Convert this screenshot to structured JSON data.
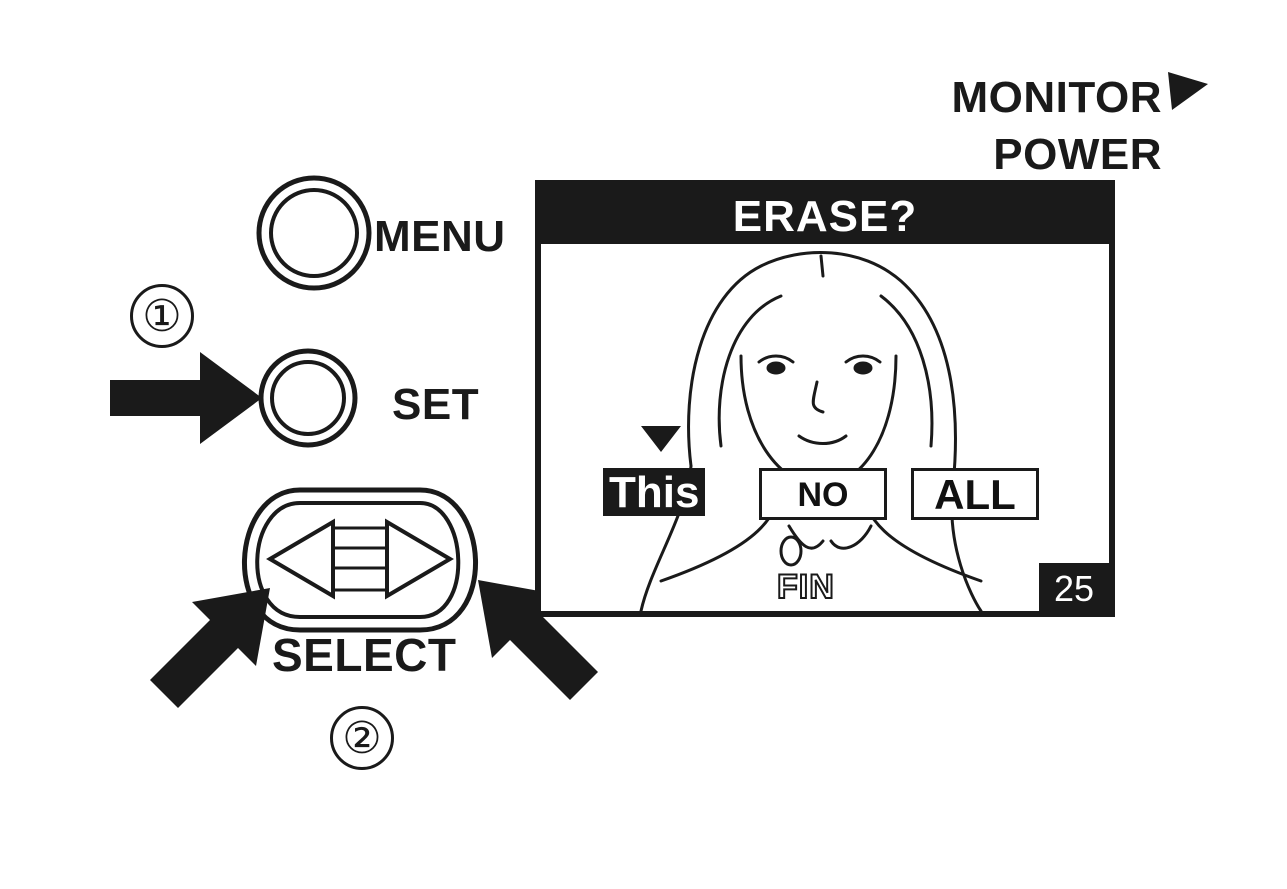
{
  "labels": {
    "monitor": "MONITOR",
    "power": "POWER",
    "menu": "MENU",
    "set": "SET",
    "select": "SELECT",
    "step1": "①",
    "step2": "②"
  },
  "screen": {
    "title": "ERASE?",
    "options": [
      "This",
      "NO",
      "ALL"
    ],
    "selected_option": "This",
    "quality": "FIN",
    "frame_count": "25"
  },
  "icons": [
    "monitor-power-arrow-icon",
    "menu-button-icon",
    "set-button-icon",
    "select-rocker-icon",
    "left-arrow-icon",
    "right-arrow-icon",
    "pointer-arrow-icon"
  ]
}
